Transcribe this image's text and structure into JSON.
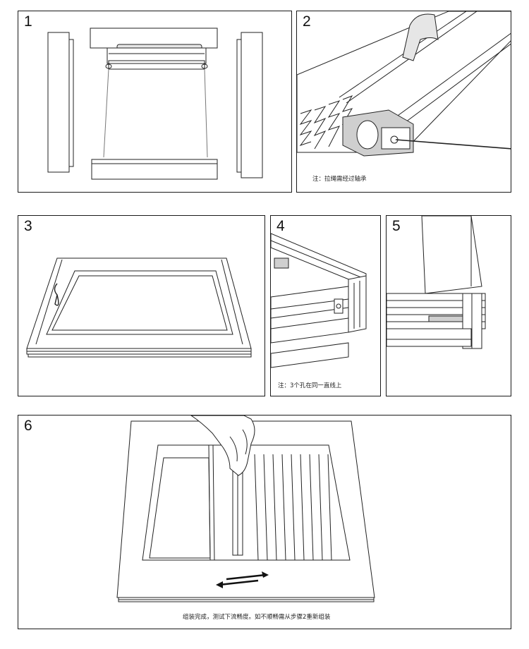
{
  "steps": [
    {
      "number": "1"
    },
    {
      "number": "2",
      "note": "注：拉绳需经过轴承"
    },
    {
      "number": "3"
    },
    {
      "number": "4",
      "note": "注：3个孔在同一直线上"
    },
    {
      "number": "5"
    },
    {
      "number": "6",
      "note": "组装完成，测试下流畅度。如不顺畅需从步骤2重新组装"
    }
  ]
}
